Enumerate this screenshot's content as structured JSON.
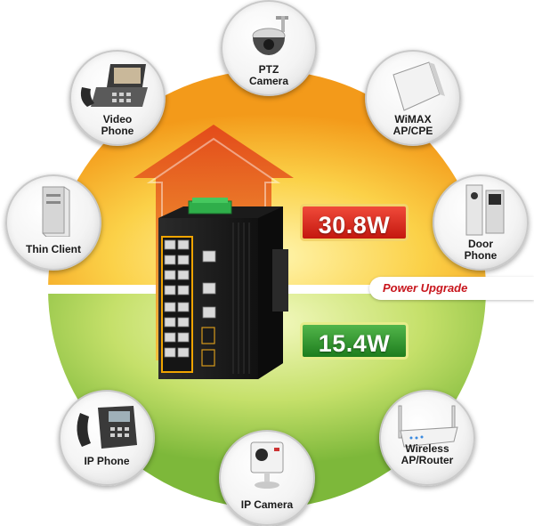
{
  "power": {
    "high_label": "30.8W",
    "low_label": "15.4W",
    "upgrade_label": "Power Upgrade"
  },
  "devices": [
    {
      "id": "ptz",
      "line1": "PTZ",
      "line2": "Camera"
    },
    {
      "id": "video",
      "line1": "Video",
      "line2": "Phone"
    },
    {
      "id": "wimax",
      "line1": "WiMAX",
      "line2": "AP/CPE"
    },
    {
      "id": "thin",
      "line1": "Thin Client",
      "line2": ""
    },
    {
      "id": "door",
      "line1": "Door",
      "line2": "Phone"
    },
    {
      "id": "ipphone",
      "line1": "IP Phone",
      "line2": ""
    },
    {
      "id": "wireless",
      "line1": "Wireless",
      "line2": "AP/Router"
    },
    {
      "id": "ipcam",
      "line1": "IP Camera",
      "line2": ""
    }
  ],
  "colors": {
    "upper_half": "#f7a51a",
    "lower_half": "#8cc63f",
    "arrow": "#e8511c",
    "high_badge": "#d8231a",
    "low_badge": "#2e8f2a",
    "upgrade_text": "#c8161d"
  }
}
